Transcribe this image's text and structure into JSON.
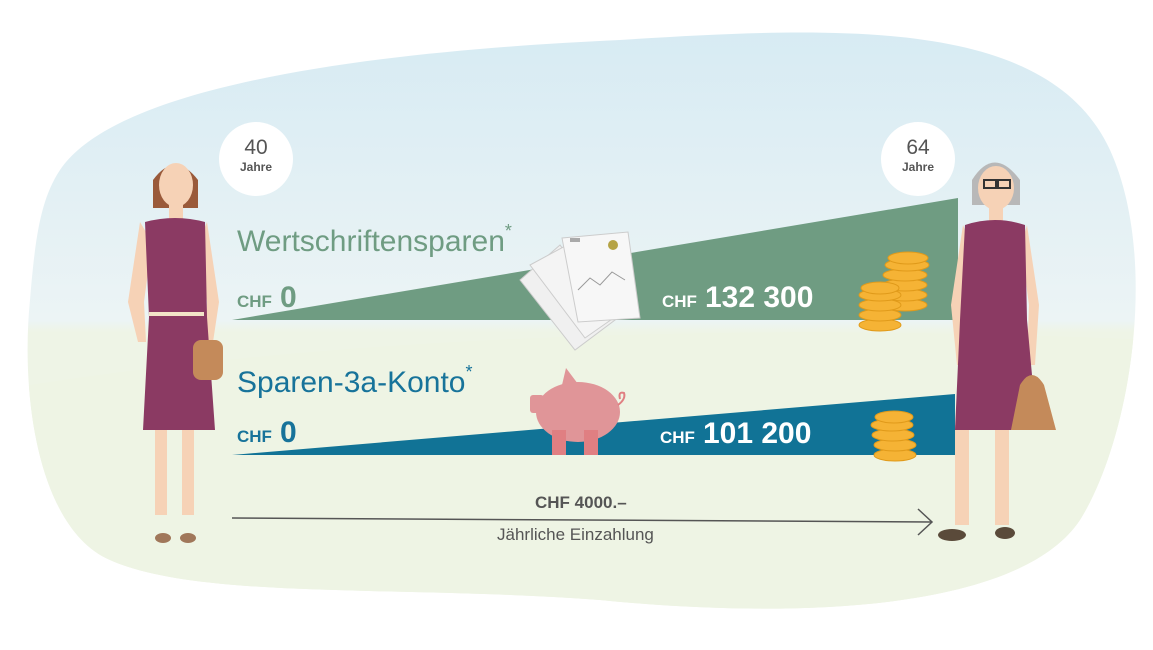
{
  "start_age": {
    "value": "40",
    "unit": "Jahre"
  },
  "end_age": {
    "value": "64",
    "unit": "Jahre"
  },
  "securities": {
    "title": "Wertschriftensparen",
    "asterisk": "*",
    "start_currency": "CHF",
    "start_amount": "0",
    "end_currency": "CHF",
    "end_amount": "132 300"
  },
  "pillar3a": {
    "title": "Sparen-3a-Konto",
    "asterisk": "*",
    "start_currency": "CHF",
    "start_amount": "0",
    "end_currency": "CHF",
    "end_amount": "101 200"
  },
  "deposit": {
    "amount": "CHF 4000.–",
    "label": "Jährliche Einzahlung"
  },
  "colors": {
    "green": "#6f9c82",
    "blue": "#17739a",
    "dress": "#8b3a63",
    "coin": "#f5b335"
  }
}
